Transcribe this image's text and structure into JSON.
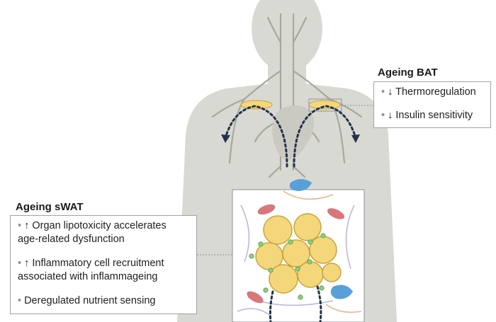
{
  "colors": {
    "body": "#d9d9d3",
    "vessel": "#a8a79c",
    "arrow": "#22324a",
    "adipocyte": "#f4d77a",
    "adipocyte_edge": "#c9a43c",
    "connector": "#8a9199",
    "panel_border": "#9aa3ad"
  },
  "bat_panel": {
    "title": "Ageing BAT",
    "items": [
      {
        "bullet": "•",
        "text": "↓ Thermoregulation"
      },
      {
        "bullet": "•",
        "text": "↓ Insulin sensitivity"
      }
    ]
  },
  "swat_panel": {
    "title": "Ageing sWAT",
    "items": [
      {
        "bullet": "•",
        "lines": [
          "↑ Organ lipotoxicity accelerates",
          "age-related dysfunction"
        ]
      },
      {
        "bullet": "•",
        "lines": [
          "↑ Inflammatory cell recruitment",
          "associated with inflammageing"
        ]
      },
      {
        "bullet": "•",
        "lines": [
          "Deregulated nutrient sensing"
        ]
      }
    ]
  }
}
